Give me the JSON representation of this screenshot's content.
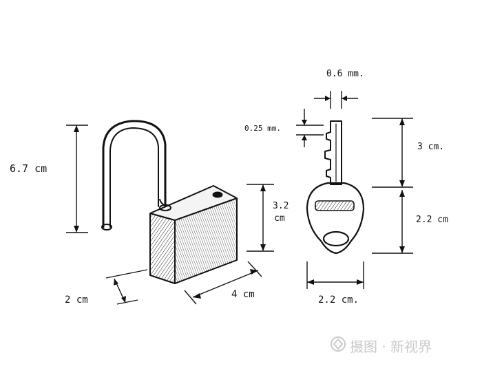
{
  "labels": {
    "padlock_height": "6.7 cm",
    "body_height_line1": "3.2",
    "body_height_line2": "cm",
    "body_width": "4 cm",
    "body_depth": "2 cm",
    "key_blade_width": "0.6 mm.",
    "key_notch_depth": "0.25 mm.",
    "key_blade_length": "3 cm.",
    "key_head_length": "2.2 cm",
    "key_head_width": "2.2 cm."
  },
  "watermark": {
    "text": "摄图 · 新视界"
  },
  "colors": {
    "ink": "#111111",
    "watermark": "#c9c9c9"
  },
  "icons": {
    "padlock": "open-padlock-drawing",
    "key": "key-drawing",
    "watermark_logo": "watermark-logo-icon"
  }
}
